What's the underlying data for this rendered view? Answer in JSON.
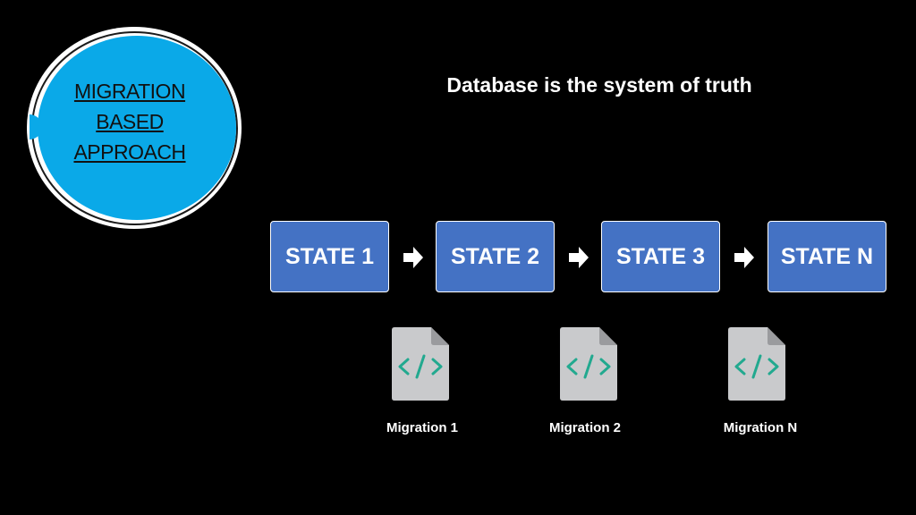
{
  "badge": {
    "text": "MIGRATION\nBASED\nAPPROACH",
    "fill_color": "#0aa9e8"
  },
  "title": "Database is the system of truth",
  "states": [
    "STATE 1",
    "STATE 2",
    "STATE 3",
    "STATE N"
  ],
  "state_color": "#4472c4",
  "arrows": [
    "arrow-right-icon",
    "arrow-right-icon",
    "arrow-right-icon"
  ],
  "migrations": [
    {
      "label": "Migration 1",
      "icon": "code-file-icon"
    },
    {
      "label": "Migration 2",
      "icon": "code-file-icon"
    },
    {
      "label": "Migration N",
      "icon": "code-file-icon"
    }
  ],
  "icon_colors": {
    "file": "#c9cacc",
    "fold": "#9a9b9e",
    "code": "#22a98f"
  }
}
